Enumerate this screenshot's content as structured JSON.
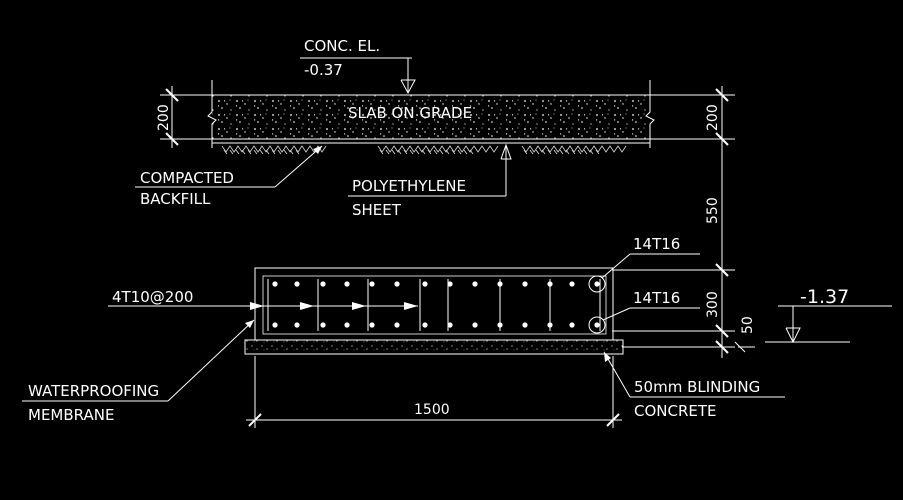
{
  "colors": {
    "background": "#000000",
    "linework": "#ffffff",
    "hatch": "#cfcfcf"
  },
  "labels": {
    "conc_el_title": "CONC. EL.",
    "conc_el_value": "-0.37",
    "slab": "SLAB ON GRADE",
    "compacted_line1": "COMPACTED",
    "compacted_line2": "BACKFILL",
    "poly_line1": "POLYETHYLENE",
    "poly_line2": "SHEET",
    "rebar_top": "14T16",
    "rebar_bottom": "14T16",
    "stirrups": "4T10@200",
    "level_value": "-1.37",
    "waterproof_line1": "WATERPROOFING",
    "waterproof_line2": "MEMBRANE",
    "blinding_line1": "50mm BLINDING",
    "blinding_line2": "CONCRETE"
  },
  "dimensions": {
    "slab_left": "200",
    "slab_right": "200",
    "gap": "550",
    "footing_depth": "300",
    "blinding": "50",
    "footing_width": "1500"
  }
}
